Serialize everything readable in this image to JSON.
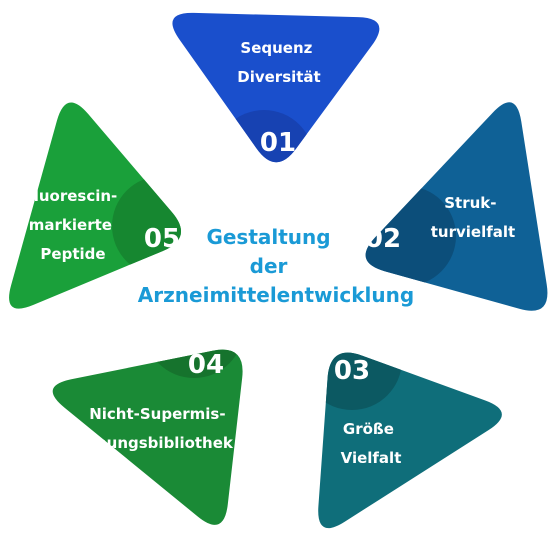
{
  "center": {
    "lines": [
      "Gestaltung",
      "der",
      "Arzneimittelentwicklung"
    ],
    "color": "#1a9ad6"
  },
  "segments": [
    {
      "number": "01",
      "lines": [
        "Sequenz",
        "Diversität"
      ],
      "color": "#1a4fcc",
      "disk": "#1742b2"
    },
    {
      "number": "02",
      "lines": [
        "Struk-",
        "turvielfalt"
      ],
      "color": "#0f6196",
      "disk": "#0c4e7a"
    },
    {
      "number": "03",
      "lines": [
        "Größe",
        "Vielfalt"
      ],
      "color": "#0f6e7a",
      "disk": "#0c5962"
    },
    {
      "number": "04",
      "lines": [
        "Nicht-Supermis-",
        "chungsbibliothek"
      ],
      "color": "#1a8a36",
      "disk": "#16732d"
    },
    {
      "number": "05",
      "lines": [
        "Fluorescin-",
        "markierte",
        "Peptide"
      ],
      "color": "#1aa03a",
      "disk": "#168730"
    }
  ]
}
